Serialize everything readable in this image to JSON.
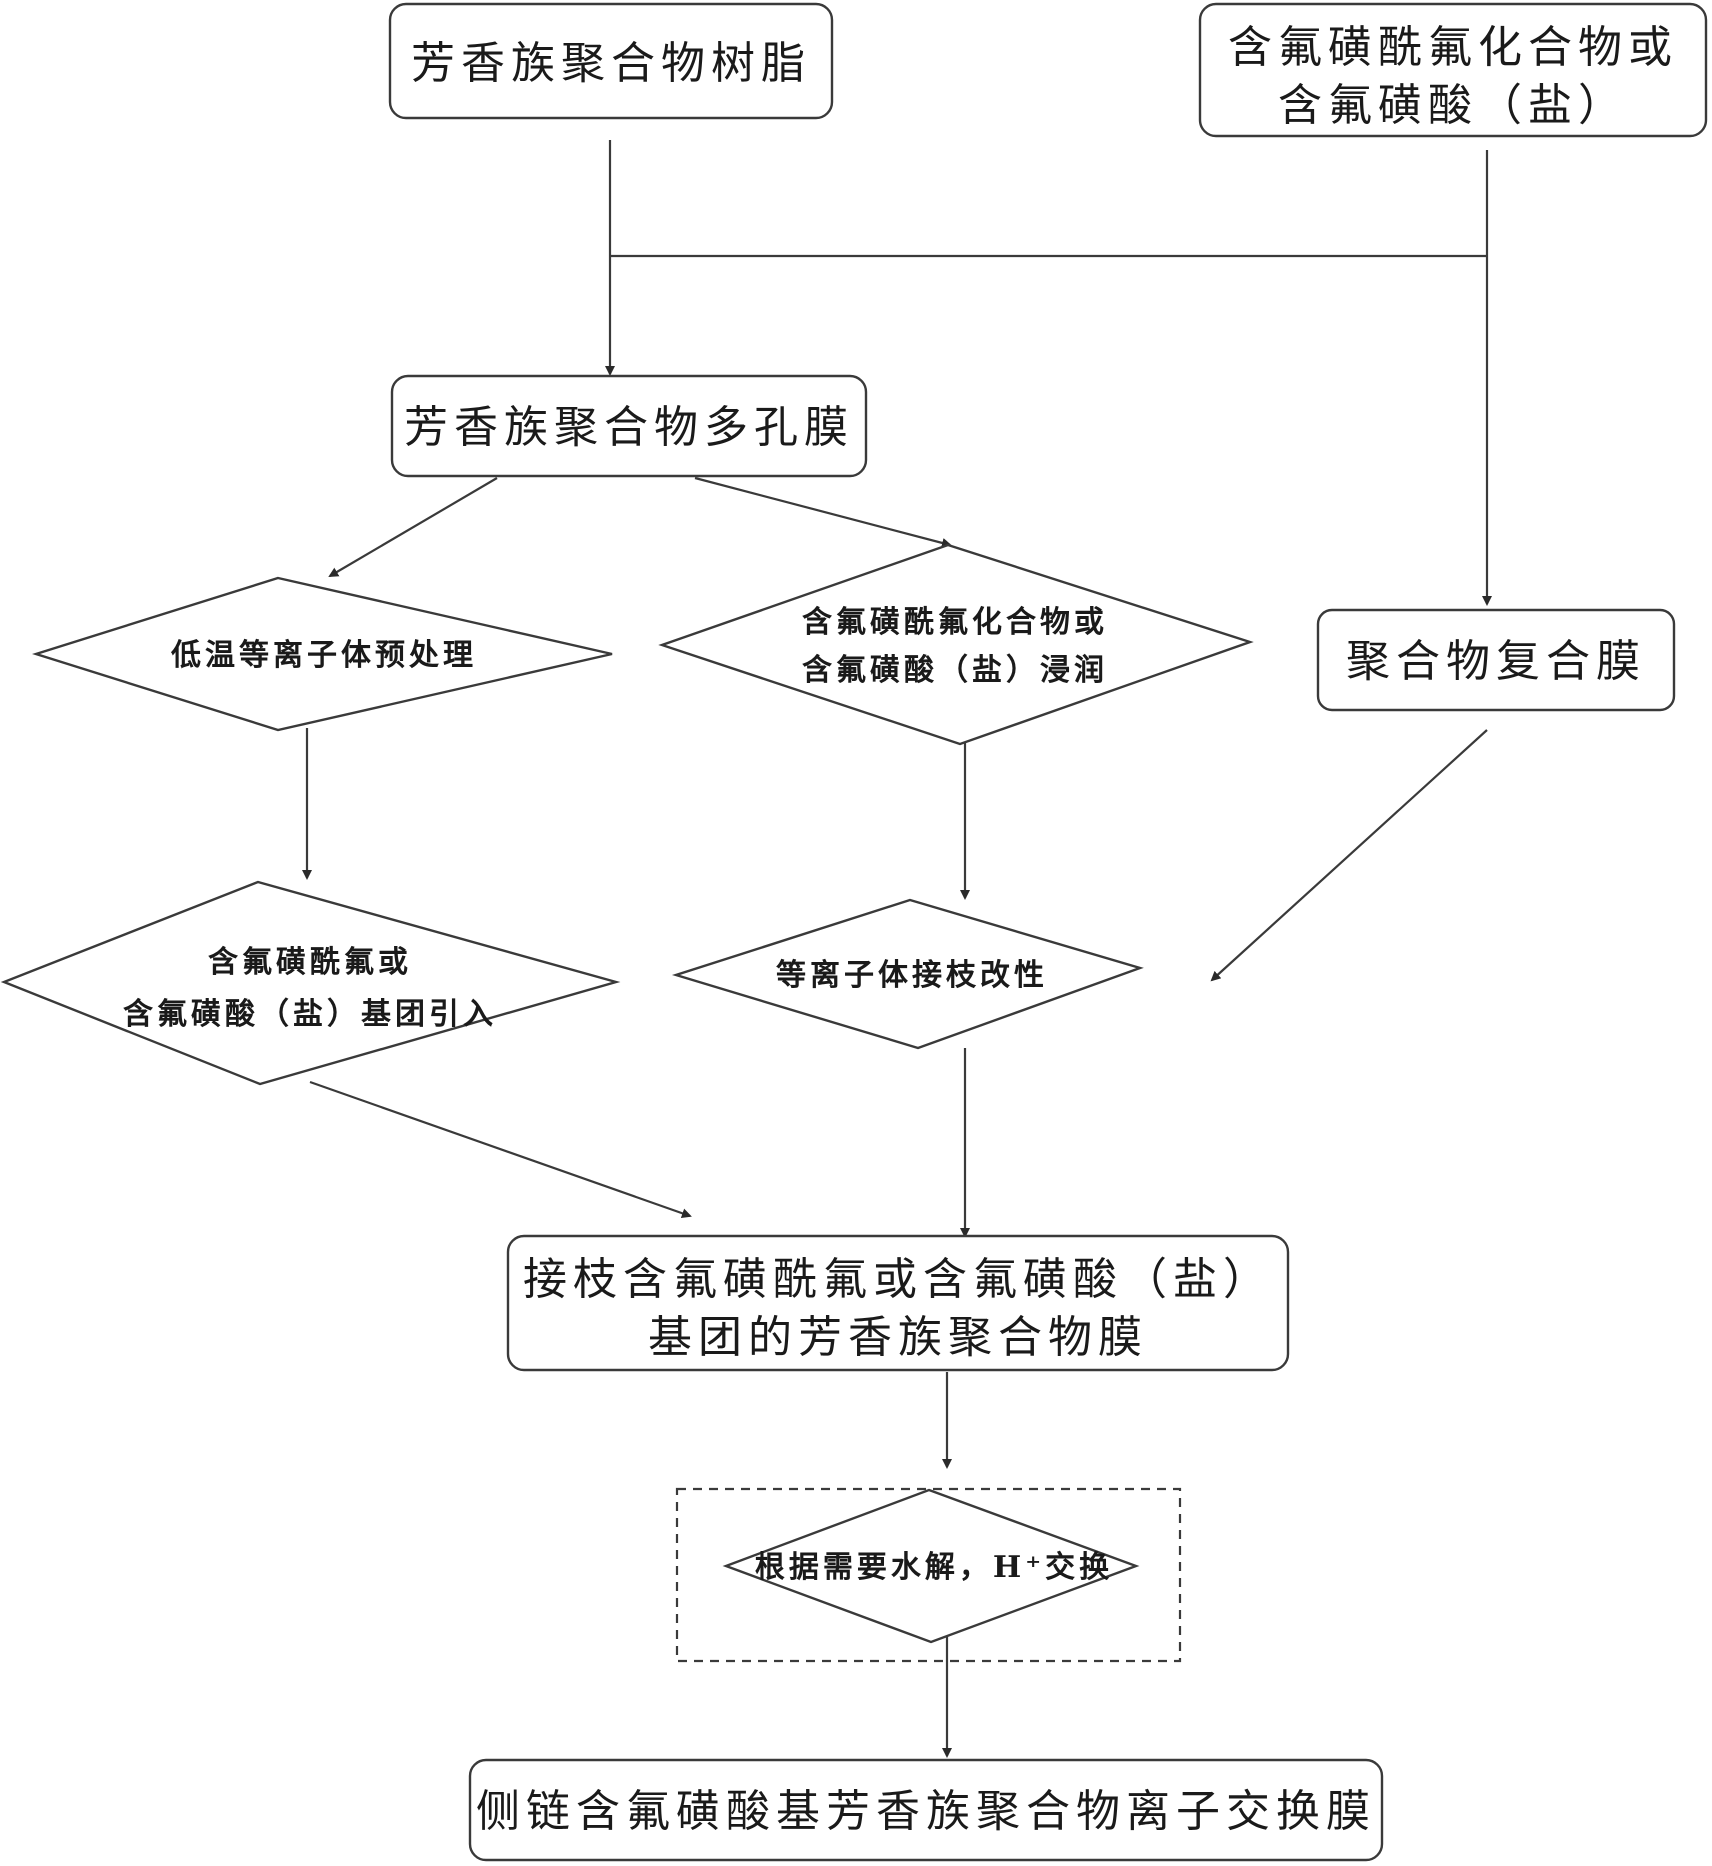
{
  "diagram": {
    "type": "flowchart",
    "nodes": {
      "aromatic_resin": {
        "shape": "rounded-rect",
        "lines": [
          "芳香族聚合物树脂"
        ]
      },
      "fluoro_compound": {
        "shape": "rounded-rect",
        "lines": [
          "含氟磺酰氟化合物或",
          "含氟磺酸（盐）"
        ]
      },
      "porous_membrane": {
        "shape": "rounded-rect",
        "lines": [
          "芳香族聚合物多孔膜"
        ]
      },
      "plasma_pretreat": {
        "shape": "diamond",
        "lines": [
          "低温等离子体预处理"
        ]
      },
      "fluoro_soak": {
        "shape": "diamond",
        "lines": [
          "含氟磺酰氟化合物或",
          "含氟磺酸（盐）浸润"
        ]
      },
      "composite_membrane": {
        "shape": "rounded-rect",
        "lines": [
          "聚合物复合膜"
        ]
      },
      "group_intro": {
        "shape": "diamond",
        "lines": [
          "含氟磺酰氟或",
          "含氟磺酸（盐）基团引入"
        ]
      },
      "plasma_graft": {
        "shape": "diamond",
        "lines": [
          "等离子体接枝改性"
        ]
      },
      "grafted_membrane": {
        "shape": "rounded-rect",
        "lines": [
          "接枝含氟磺酰氟或含氟磺酸（盐）",
          "基团的芳香族聚合物膜"
        ]
      },
      "hydrolysis": {
        "shape": "diamond",
        "lines": [
          "根据需要水解，H⁺交换"
        ],
        "group": "optional-dashed-box"
      },
      "final_membrane": {
        "shape": "rounded-rect",
        "lines": [
          "侧链含氟磺酸基芳香族聚合物离子交换膜"
        ]
      }
    },
    "edges": [
      {
        "from": "aromatic_resin",
        "to": "porous_membrane"
      },
      {
        "from": "fluoro_compound",
        "to": "porous_membrane",
        "note": "joins via horizontal connector"
      },
      {
        "from": "fluoro_compound",
        "to": "composite_membrane"
      },
      {
        "from": "porous_membrane",
        "to": "plasma_pretreat"
      },
      {
        "from": "porous_membrane",
        "to": "fluoro_soak"
      },
      {
        "from": "plasma_pretreat",
        "to": "group_intro"
      },
      {
        "from": "fluoro_soak",
        "to": "plasma_graft"
      },
      {
        "from": "composite_membrane",
        "to": "plasma_graft"
      },
      {
        "from": "group_intro",
        "to": "grafted_membrane"
      },
      {
        "from": "plasma_graft",
        "to": "grafted_membrane"
      },
      {
        "from": "grafted_membrane",
        "to": "hydrolysis"
      },
      {
        "from": "hydrolysis",
        "to": "final_membrane"
      }
    ]
  }
}
